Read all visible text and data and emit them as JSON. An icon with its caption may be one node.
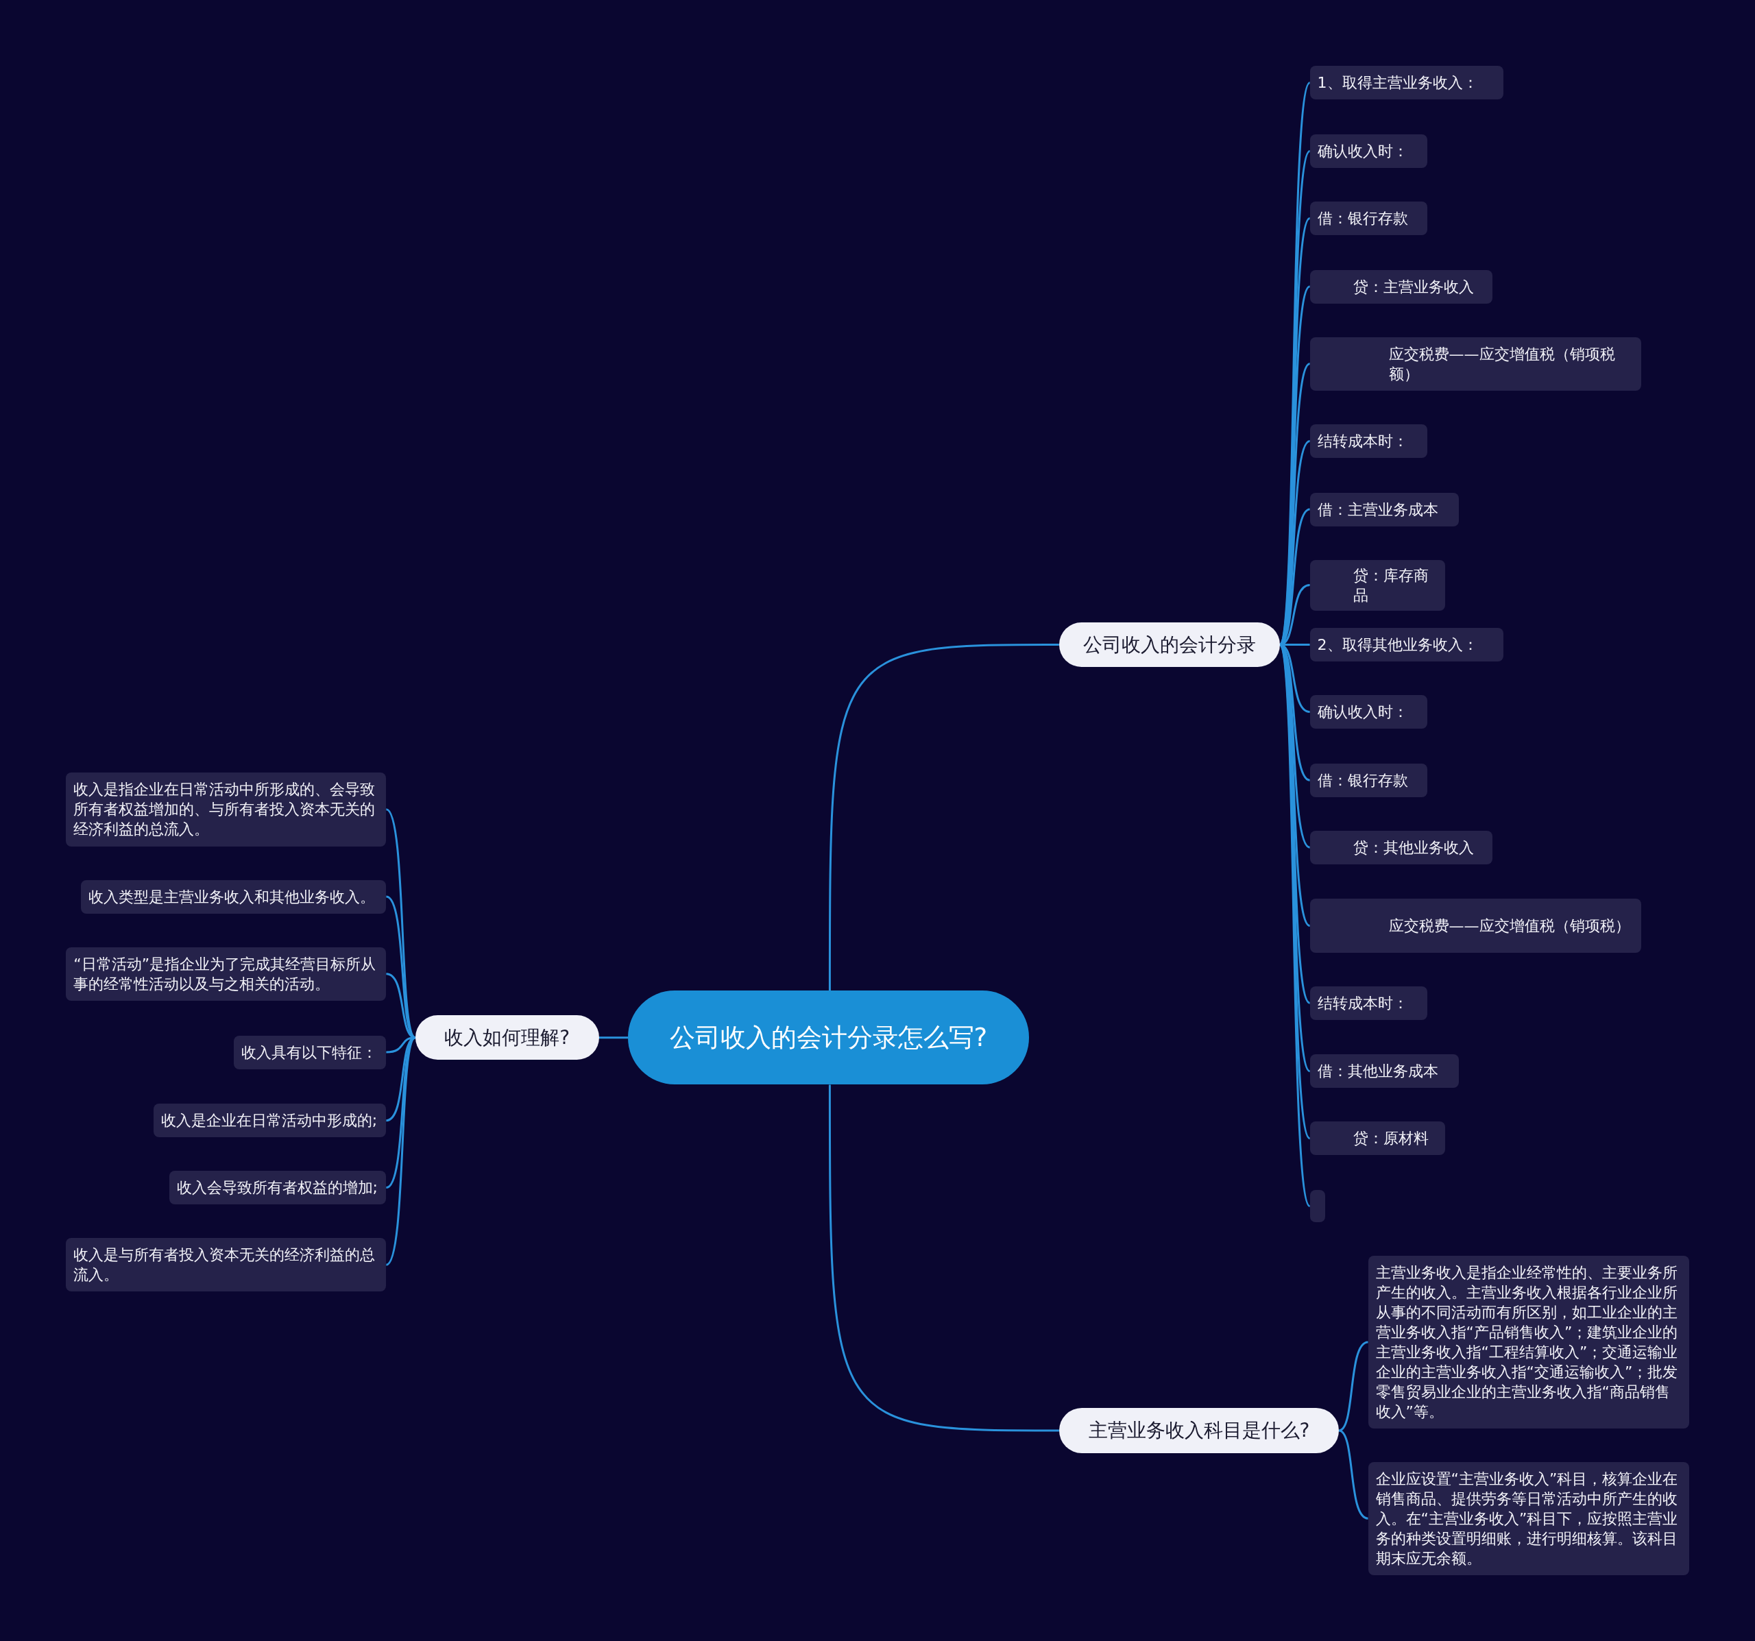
{
  "diagram": {
    "nodes": [
      {
        "text": [
          "公司收入的会计分录怎么写?"
        ]
      },
      {
        "text": [
          "公司收入的会计分录"
        ]
      },
      {
        "text": [
          "1、取得主营业务收入："
        ]
      },
      {
        "text": [
          "确认收入时："
        ]
      },
      {
        "text": [
          "借：银行存款"
        ]
      },
      {
        "text": [
          "贷：主营业务收入"
        ]
      },
      {
        "text": [
          "应交税费——应交增值税（销项税额）"
        ]
      },
      {
        "text": [
          "结转成本时："
        ]
      },
      {
        "text": [
          "借：主营业务成本"
        ]
      },
      {
        "text": [
          "贷：库存商品"
        ]
      },
      {
        "text": [
          "2、取得其他业务收入："
        ]
      },
      {
        "text": [
          "确认收入时："
        ]
      },
      {
        "text": [
          "借：银行存款"
        ]
      },
      {
        "text": [
          "贷：其他业务收入"
        ]
      },
      {
        "text": [
          "应交税费——应交增值税（销项税）"
        ]
      },
      {
        "text": [
          "结转成本时："
        ]
      },
      {
        "text": [
          "借：其他业务成本"
        ]
      },
      {
        "text": [
          "贷：原材料"
        ]
      },
      {
        "text": [],
        "shape": "box"
      },
      {
        "text": [
          "收入如何理解?"
        ]
      },
      {
        "text": [
          "收入是指企业在日常活动中所形成的、会导致所有者权益增加的、与所有者投入资本无关的经济利益的总流入。"
        ]
      },
      {
        "text": [
          "收入类型是主营业务收入和其他业务收入。"
        ]
      },
      {
        "text": [
          "“日常活动”是指企业为了完成其经营目标所从事的经常性活动以及与之相关的活动。"
        ]
      },
      {
        "text": [
          "收入具有以下特征："
        ]
      },
      {
        "text": [
          "收入是企业在日常活动中形成的;"
        ]
      },
      {
        "text": [
          "收入会导致所有者权益的增加;"
        ]
      },
      {
        "text": [
          "收入是与所有者投入资本无关的经济利益的总流入。"
        ]
      },
      {
        "text": [
          "主营业务收入科目是什么?"
        ]
      },
      {
        "text": [
          "主营业务收入是指企业经常性的、主要业务所产生的收入。主营业务收入根据各行业企业所从事的不同活动而有所区别，如工业企业的主营业务收入指“产品销售收入”；建筑业企业的主营业务收入指“工程结算收入”；交通运输业企业的主营业务收入指“交通运输收入”；批发零售贸易业企业的主营业务收入指“商品销售收入”等。"
        ]
      },
      {
        "text": [
          "企业应设置“主营业务收入”科目，核算企业在销售商品、提供劳务等日常活动中所产生的收入。在“主营业务收入”科目下，应按照主营业务的种类设置明细账，进行明细核算。该科目期末应无余额。"
        ]
      }
    ],
    "edges": [
      {
        "from": 0,
        "to": 1,
        "arrow": "none"
      },
      {
        "from": 1,
        "to": 2,
        "arrow": "none"
      },
      {
        "from": 1,
        "to": 3,
        "arrow": "none"
      },
      {
        "from": 1,
        "to": 4,
        "arrow": "none"
      },
      {
        "from": 1,
        "to": 5,
        "arrow": "none"
      },
      {
        "from": 1,
        "to": 6,
        "arrow": "none"
      },
      {
        "from": 1,
        "to": 7,
        "arrow": "none"
      },
      {
        "from": 1,
        "to": 8,
        "arrow": "none"
      },
      {
        "from": 1,
        "to": 9,
        "arrow": "none"
      },
      {
        "from": 1,
        "to": 10,
        "arrow": "none"
      },
      {
        "from": 1,
        "to": 11,
        "arrow": "none"
      },
      {
        "from": 1,
        "to": 12,
        "arrow": "none"
      },
      {
        "from": 1,
        "to": 13,
        "arrow": "none"
      },
      {
        "from": 1,
        "to": 14,
        "arrow": "none"
      },
      {
        "from": 1,
        "to": 15,
        "arrow": "none"
      },
      {
        "from": 1,
        "to": 16,
        "arrow": "none"
      },
      {
        "from": 1,
        "to": 17,
        "arrow": "none"
      },
      {
        "from": 1,
        "to": 18,
        "arrow": "none"
      },
      {
        "from": 0,
        "to": 19,
        "arrow": "none"
      },
      {
        "from": 19,
        "to": 20,
        "arrow": "none"
      },
      {
        "from": 19,
        "to": 21,
        "arrow": "none"
      },
      {
        "from": 19,
        "to": 22,
        "arrow": "none"
      },
      {
        "from": 19,
        "to": 23,
        "arrow": "none"
      },
      {
        "from": 19,
        "to": 24,
        "arrow": "none"
      },
      {
        "from": 19,
        "to": 25,
        "arrow": "none"
      },
      {
        "from": 19,
        "to": 26,
        "arrow": "none"
      },
      {
        "from": 0,
        "to": 27,
        "arrow": "none"
      },
      {
        "from": 27,
        "to": 28,
        "arrow": "none"
      },
      {
        "from": 27,
        "to": 29,
        "arrow": "none"
      }
    ]
  }
}
